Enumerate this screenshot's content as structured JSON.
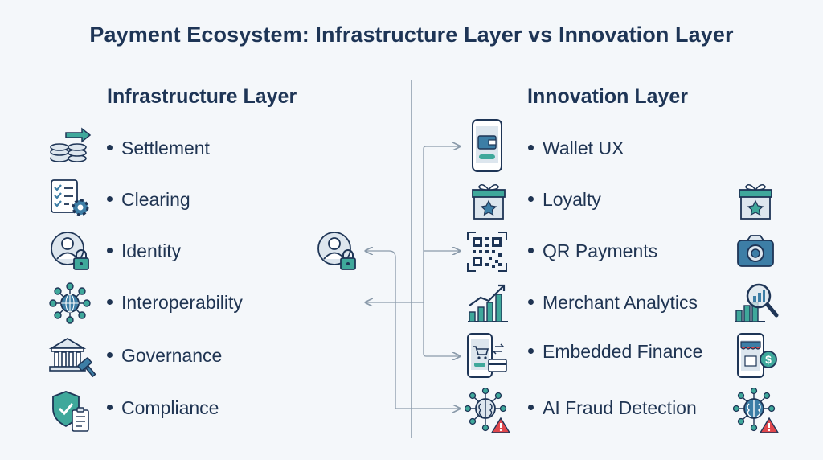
{
  "title": "Payment Ecosystem: Infrastructure Layer vs Innovation Layer",
  "infrastructure": {
    "heading": "Infrastructure Layer",
    "items": [
      "Settlement",
      "Clearing",
      "Identity",
      "Interoperability",
      "Governance",
      "Compliance"
    ],
    "icons": [
      "coins-transfer-icon",
      "checklist-gear-icon",
      "user-lock-icon",
      "network-globe-icon",
      "bank-gavel-icon",
      "shield-check-document-icon"
    ]
  },
  "innovation": {
    "heading": "Innovation Layer",
    "items": [
      "Wallet UX",
      "Loyalty",
      "QR Payments",
      "Merchant Analytics",
      "Embedded Finance",
      "AI Fraud Detection"
    ],
    "icons": [
      "phone-wallet-icon",
      "gift-star-icon",
      "qr-code-icon",
      "growth-chart-icon",
      "phone-cart-card-icon",
      "brain-network-alert-icon"
    ],
    "right_icons": [
      "gift-star-icon",
      "camera-icon",
      "analytics-magnifier-icon",
      "storefront-phone-dollar-icon",
      "brain-network-alert-icon"
    ]
  },
  "colors": {
    "navy": "#1e3556",
    "teal": "#3fa89b",
    "blue": "#3d7ea6",
    "light": "#dde6ee",
    "red": "#e0474c",
    "line": "#8a9aaa"
  }
}
